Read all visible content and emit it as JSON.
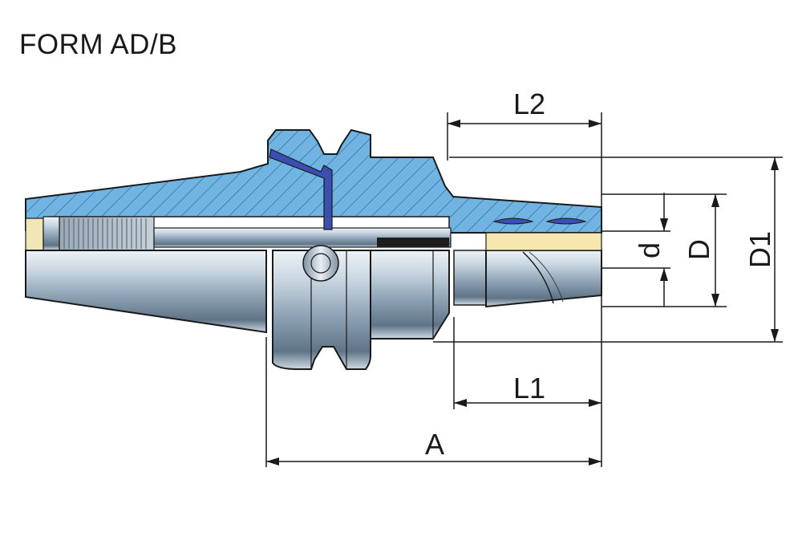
{
  "title": "FORM AD/B",
  "dimensions": {
    "L2": "L2",
    "L1": "L1",
    "A": "A",
    "d": "d",
    "D": "D",
    "D1": "D1"
  },
  "colors": {
    "section_fill": "#6fb4e2",
    "steel_light": "#eef3f7",
    "steel_dark": "#5f7487",
    "coolant_tube": "#3a4fb0",
    "bore_highlight": "#f6e7b0",
    "line": "#1a1a1a"
  }
}
